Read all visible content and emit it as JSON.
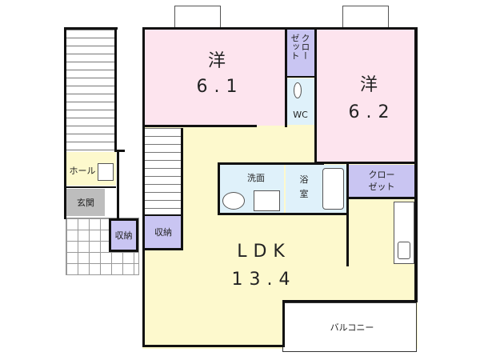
{
  "rooms": {
    "western_1": {
      "type": "洋",
      "size": "6.1"
    },
    "western_2": {
      "type": "洋",
      "size": "6.2"
    },
    "ldk": {
      "type": "LDK",
      "size": "13.4"
    },
    "closet_top": "クロー\nゼット",
    "closet_top_col1": "クロー",
    "closet_top_col2": "ゼット",
    "wc": "WC",
    "washroom": "洗面",
    "bathroom_1": "浴",
    "bathroom_2": "室",
    "closet_right_1": "クロー",
    "closet_right_2": "ゼット",
    "storage_inner": "収納",
    "storage_entry": "収納",
    "hall": "ホール",
    "entrance": "玄関",
    "balcony": "バルコニー"
  },
  "colors": {
    "western": "#fde4ee",
    "closet": "#c9c5f2",
    "water": "#dff1fa",
    "ldk": "#fdf9cd",
    "entrance": "#bdbdbd"
  }
}
